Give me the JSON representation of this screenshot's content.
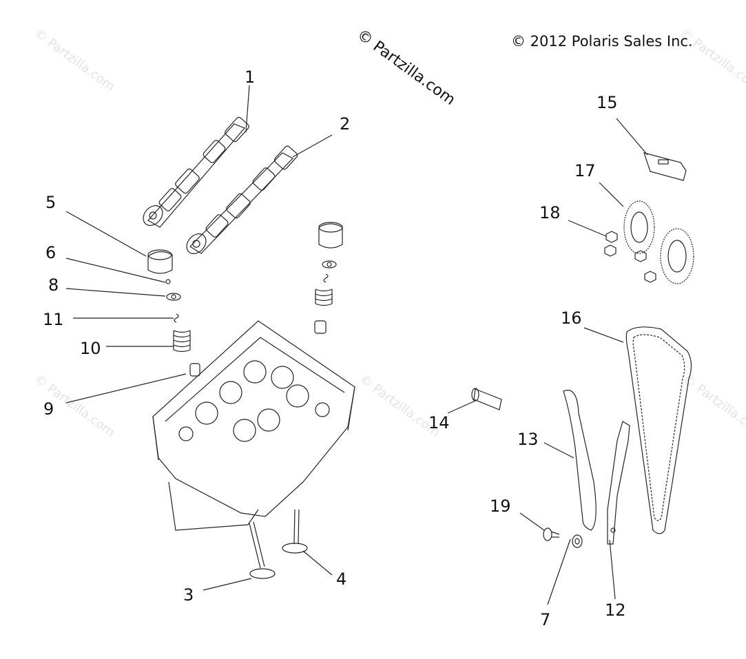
{
  "copyright": "© 2012 Polaris Sales Inc.",
  "watermark": "© Partzilla.com",
  "callouts": [
    "1",
    "2",
    "3",
    "4",
    "5",
    "6",
    "7",
    "8",
    "9",
    "10",
    "11",
    "12",
    "13",
    "14",
    "15",
    "16",
    "17",
    "18",
    "19"
  ],
  "line_color": "#222222"
}
